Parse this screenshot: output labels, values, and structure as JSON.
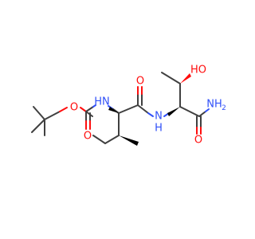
{
  "molecule": {
    "atoms": {
      "o_ester": "O",
      "o_boc_carbonyl": "O",
      "nh_boc": "HN",
      "o_ile_carbonyl": "O",
      "nh_amide": "N",
      "h_amide": "H",
      "oh": "HO",
      "nh2": "NH",
      "nh2_sub": "2",
      "o_amide": "O"
    },
    "colors": {
      "carbon_bond": "#404040",
      "oxygen": "#ff0d0d",
      "nitrogen": "#3050f8",
      "background": "#ffffff"
    }
  }
}
